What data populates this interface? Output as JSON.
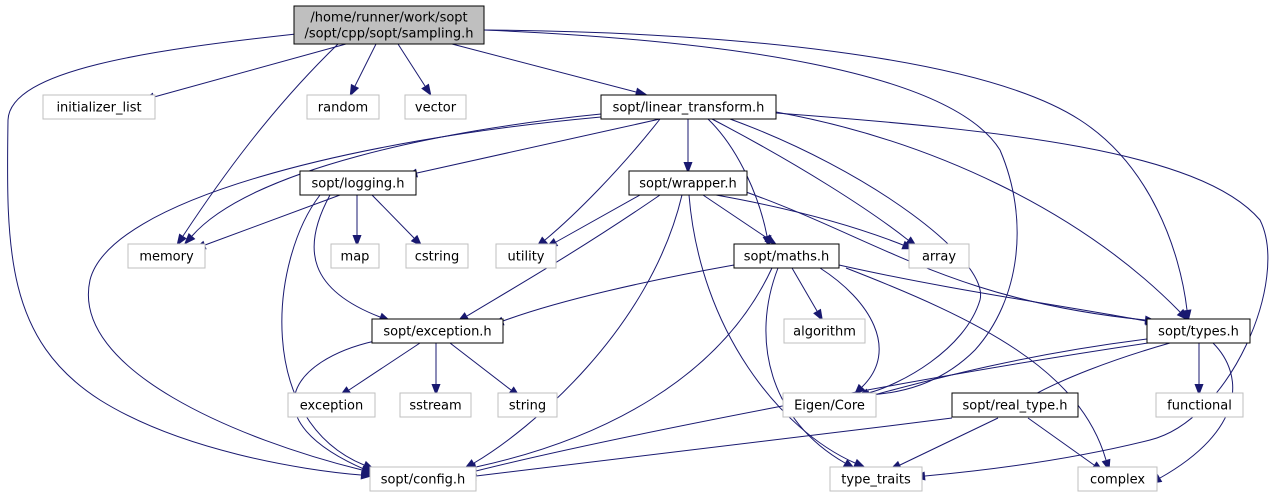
{
  "graph": {
    "nodes": [
      {
        "id": "sampling",
        "kind": "root",
        "lines": [
          "/home/runner/work/sopt",
          "/sopt/cpp/sopt/sampling.h"
        ]
      },
      {
        "id": "initializer_list",
        "kind": "ext",
        "lines": [
          "initializer_list"
        ]
      },
      {
        "id": "random",
        "kind": "ext",
        "lines": [
          "random"
        ]
      },
      {
        "id": "vector",
        "kind": "ext",
        "lines": [
          "vector"
        ]
      },
      {
        "id": "linear_transform",
        "kind": "doc",
        "lines": [
          "sopt/linear_transform.h"
        ]
      },
      {
        "id": "logging",
        "kind": "doc",
        "lines": [
          "sopt/logging.h"
        ]
      },
      {
        "id": "wrapper",
        "kind": "doc",
        "lines": [
          "sopt/wrapper.h"
        ]
      },
      {
        "id": "memory",
        "kind": "ext",
        "lines": [
          "memory"
        ]
      },
      {
        "id": "map",
        "kind": "ext",
        "lines": [
          "map"
        ]
      },
      {
        "id": "cstring",
        "kind": "ext",
        "lines": [
          "cstring"
        ]
      },
      {
        "id": "utility",
        "kind": "ext",
        "lines": [
          "utility"
        ]
      },
      {
        "id": "maths",
        "kind": "doc",
        "lines": [
          "sopt/maths.h"
        ]
      },
      {
        "id": "array",
        "kind": "ext",
        "lines": [
          "array"
        ]
      },
      {
        "id": "exception_h",
        "kind": "doc",
        "lines": [
          "sopt/exception.h"
        ]
      },
      {
        "id": "algorithm",
        "kind": "ext",
        "lines": [
          "algorithm"
        ]
      },
      {
        "id": "types",
        "kind": "doc",
        "lines": [
          "sopt/types.h"
        ]
      },
      {
        "id": "exception",
        "kind": "ext",
        "lines": [
          "exception"
        ]
      },
      {
        "id": "sstream",
        "kind": "ext",
        "lines": [
          "sstream"
        ]
      },
      {
        "id": "string",
        "kind": "ext",
        "lines": [
          "string"
        ]
      },
      {
        "id": "eigen_core",
        "kind": "ext",
        "lines": [
          "Eigen/Core"
        ]
      },
      {
        "id": "real_type",
        "kind": "doc",
        "lines": [
          "sopt/real_type.h"
        ]
      },
      {
        "id": "functional",
        "kind": "ext",
        "lines": [
          "functional"
        ]
      },
      {
        "id": "config",
        "kind": "ext",
        "lines": [
          "sopt/config.h"
        ]
      },
      {
        "id": "type_traits",
        "kind": "ext",
        "lines": [
          "type_traits"
        ]
      },
      {
        "id": "complex",
        "kind": "ext",
        "lines": [
          "complex"
        ]
      }
    ],
    "edges": [
      {
        "from": "sampling",
        "to": "initializer_list"
      },
      {
        "from": "sampling",
        "to": "random"
      },
      {
        "from": "sampling",
        "to": "vector"
      },
      {
        "from": "sampling",
        "to": "memory"
      },
      {
        "from": "sampling",
        "to": "linear_transform"
      },
      {
        "from": "sampling",
        "to": "config"
      },
      {
        "from": "sampling",
        "to": "eigen_core"
      },
      {
        "from": "sampling",
        "to": "types"
      },
      {
        "from": "linear_transform",
        "to": "memory"
      },
      {
        "from": "linear_transform",
        "to": "logging"
      },
      {
        "from": "linear_transform",
        "to": "wrapper"
      },
      {
        "from": "linear_transform",
        "to": "utility"
      },
      {
        "from": "linear_transform",
        "to": "maths"
      },
      {
        "from": "linear_transform",
        "to": "array"
      },
      {
        "from": "linear_transform",
        "to": "eigen_core"
      },
      {
        "from": "linear_transform",
        "to": "types"
      },
      {
        "from": "linear_transform",
        "to": "config"
      },
      {
        "from": "linear_transform",
        "to": "type_traits"
      },
      {
        "from": "logging",
        "to": "memory"
      },
      {
        "from": "logging",
        "to": "map"
      },
      {
        "from": "logging",
        "to": "cstring"
      },
      {
        "from": "logging",
        "to": "exception_h"
      },
      {
        "from": "logging",
        "to": "config"
      },
      {
        "from": "wrapper",
        "to": "utility"
      },
      {
        "from": "wrapper",
        "to": "maths"
      },
      {
        "from": "wrapper",
        "to": "array"
      },
      {
        "from": "wrapper",
        "to": "types"
      },
      {
        "from": "wrapper",
        "to": "exception_h"
      },
      {
        "from": "wrapper",
        "to": "config"
      },
      {
        "from": "wrapper",
        "to": "type_traits"
      },
      {
        "from": "maths",
        "to": "algorithm"
      },
      {
        "from": "maths",
        "to": "exception_h"
      },
      {
        "from": "maths",
        "to": "types"
      },
      {
        "from": "maths",
        "to": "eigen_core"
      },
      {
        "from": "maths",
        "to": "config"
      },
      {
        "from": "maths",
        "to": "type_traits"
      },
      {
        "from": "maths",
        "to": "complex"
      },
      {
        "from": "exception_h",
        "to": "exception"
      },
      {
        "from": "exception_h",
        "to": "sstream"
      },
      {
        "from": "exception_h",
        "to": "string"
      },
      {
        "from": "exception_h",
        "to": "config"
      },
      {
        "from": "types",
        "to": "eigen_core"
      },
      {
        "from": "types",
        "to": "real_type"
      },
      {
        "from": "types",
        "to": "functional"
      },
      {
        "from": "types",
        "to": "complex"
      },
      {
        "from": "types",
        "to": "config"
      },
      {
        "from": "real_type",
        "to": "config"
      },
      {
        "from": "real_type",
        "to": "type_traits"
      },
      {
        "from": "real_type",
        "to": "complex"
      }
    ]
  }
}
